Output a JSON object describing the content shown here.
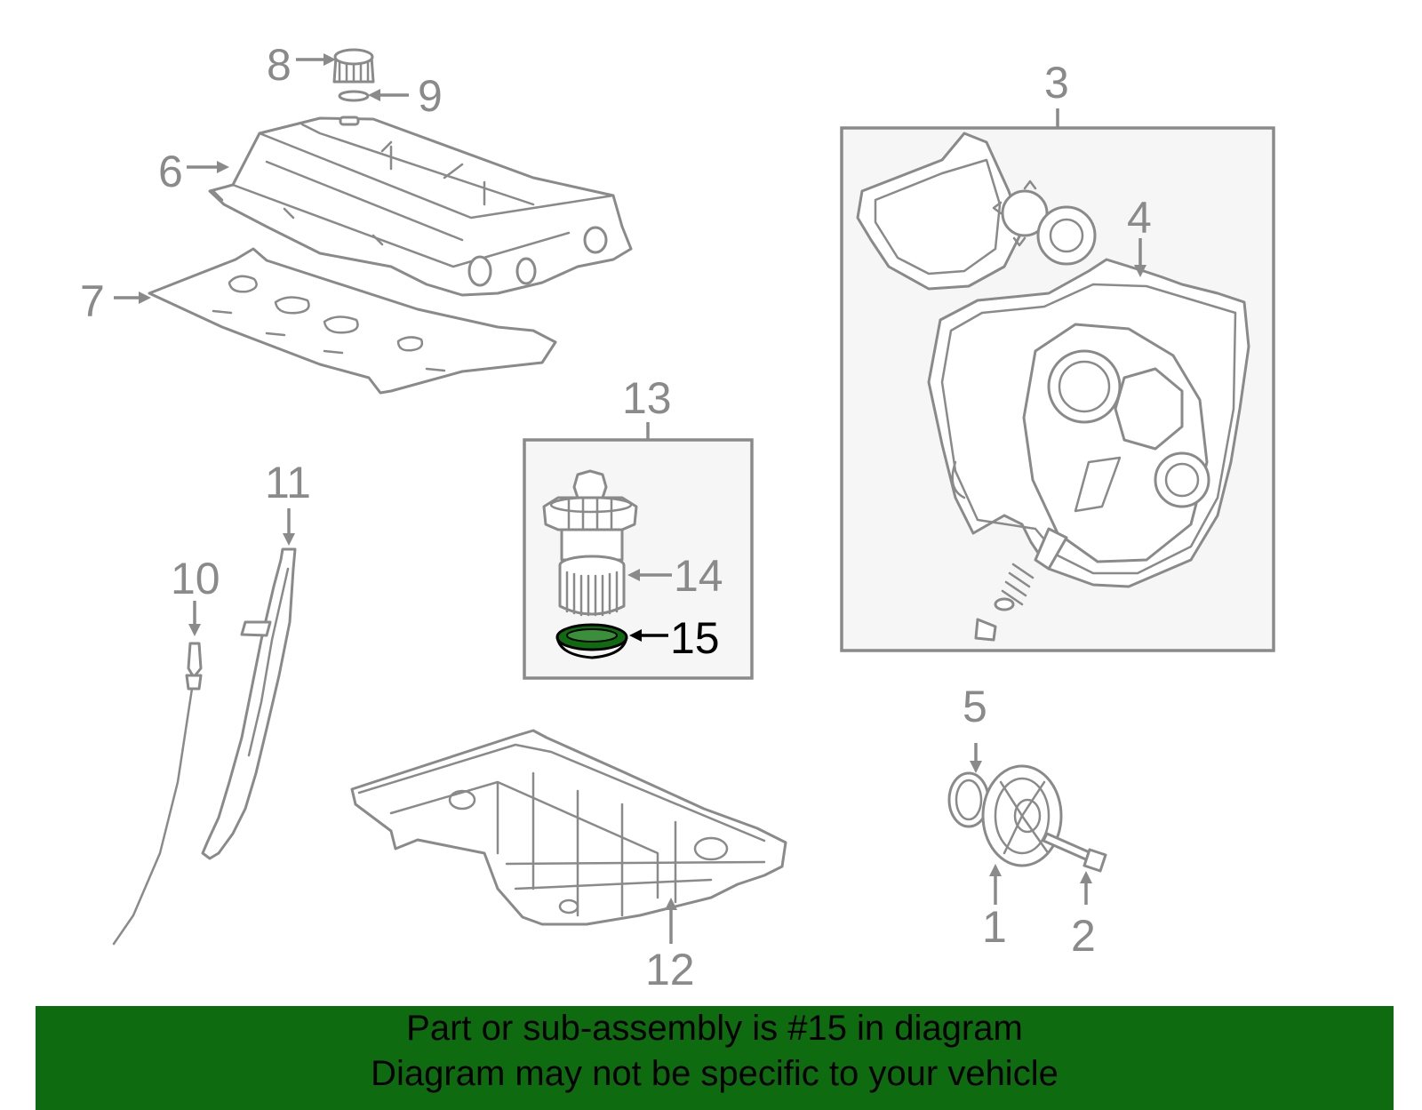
{
  "labels": {
    "l1": "1",
    "l2": "2",
    "l3": "3",
    "l4": "4",
    "l5": "5",
    "l6": "6",
    "l7": "7",
    "l8": "8",
    "l9": "9",
    "l10": "10",
    "l11": "11",
    "l12": "12",
    "l13": "13",
    "l14": "14",
    "l15": "15"
  },
  "highlight_color": "#0f6b0f",
  "banner": {
    "line1": "Part or sub-assembly is #15 in diagram",
    "line2": "Diagram may not be specific to your vehicle"
  }
}
